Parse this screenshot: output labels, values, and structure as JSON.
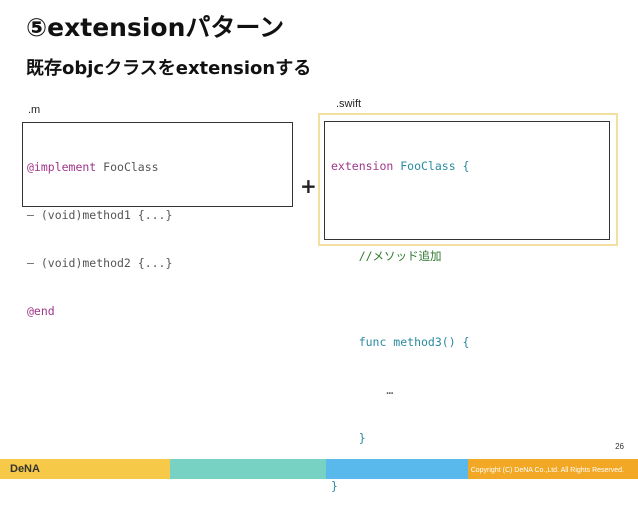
{
  "slide": {
    "title": "⑤extensionパターン",
    "subtitle": "既存objcクラスをextensionする",
    "page_number": "26"
  },
  "objc": {
    "file_label": ".m",
    "lines": {
      "l1_kw": "@implement",
      "l1_rest": " FooClass",
      "l2": "– (void)method1 {...}",
      "l3": "– (void)method2 {...}",
      "l4_kw": "@end"
    }
  },
  "swift": {
    "file_label": ".swift",
    "lines": {
      "l1_kw": "extension",
      "l1_rest": " FooClass {",
      "l2": "    //メソッド追加",
      "l3": "    func method3() {",
      "l4": "        …",
      "l5": "    }",
      "l6": "}"
    }
  },
  "operator": "+",
  "footer": {
    "logo": "DeNA",
    "copyright": "Copyright (C) DeNA Co.,Ltd. All Rights Reserved.",
    "colors": [
      "#f7c948",
      "#78d2c3",
      "#59b9ec",
      "#f2a824"
    ]
  }
}
